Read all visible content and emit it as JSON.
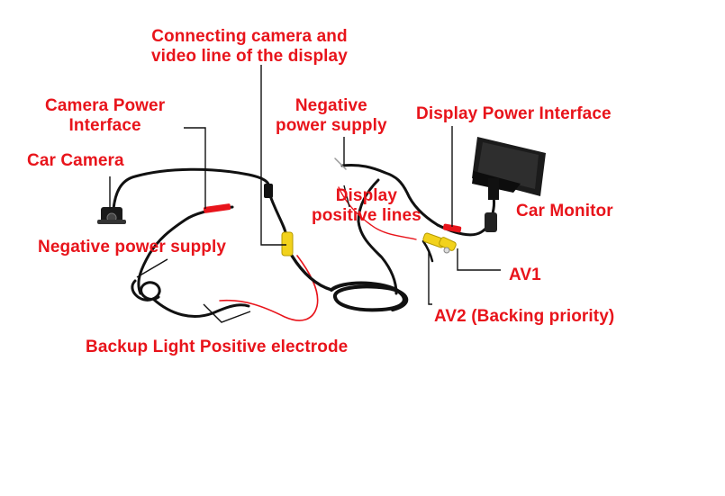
{
  "labels": {
    "connecting": [
      "Connecting camera and",
      "video line of the display"
    ],
    "camera_power": [
      "Camera Power",
      "Interface"
    ],
    "car_camera": "Car Camera",
    "negative_camera": "Negative power supply",
    "backup_light": "Backup Light Positive electrode",
    "negative_display": [
      "Negative",
      "power supply"
    ],
    "display_positive": [
      "Display",
      "positive lines"
    ],
    "display_power": "Display Power Interface",
    "car_monitor": "Car Monitor",
    "av1": "AV1",
    "av2": "AV2 (Backing priority)"
  },
  "colors": {
    "label": "#e8141b",
    "leader": "#111111",
    "cable": "#111111",
    "red_wire": "#e8141b",
    "yellow_connector": "#f2d21c"
  },
  "icons": {
    "camera": "car-camera-device",
    "monitor": "car-monitor-device"
  }
}
